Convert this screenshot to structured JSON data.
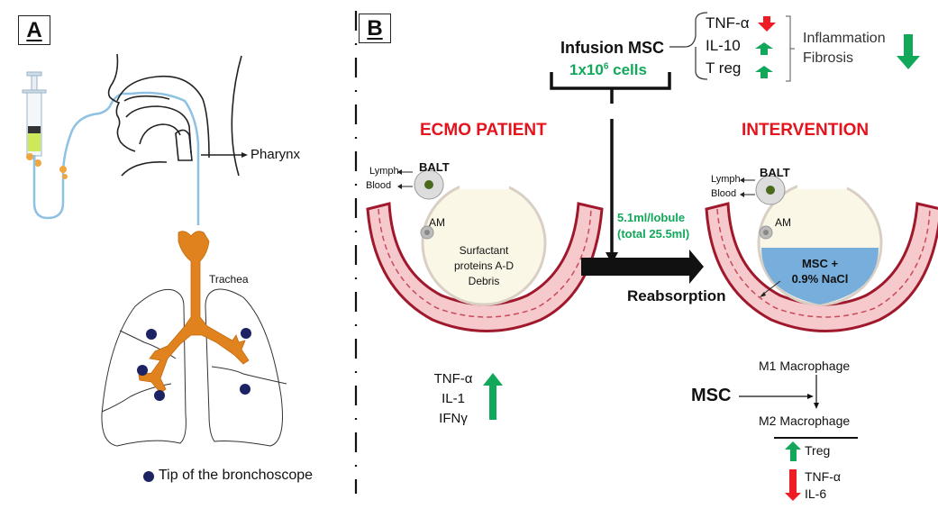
{
  "panel_a": {
    "label": "A",
    "pharynx_label": "Pharynx",
    "trachea_label": "Trachea",
    "legend_text": "Tip of the bronchoscope",
    "legend_color": "#1c2263"
  },
  "panel_b": {
    "label": "B",
    "infusion": {
      "title": "Infusion MSC",
      "dose_prefix": "1x10",
      "dose_exp": "6",
      "dose_suffix": " cells"
    },
    "effects": {
      "items": [
        {
          "name": "TNF-α",
          "direction": "down",
          "color": "#ee1c25"
        },
        {
          "name": "IL-10",
          "direction": "up",
          "color": "#12a85a"
        },
        {
          "name": "T reg",
          "direction": "up",
          "color": "#12a85a"
        }
      ],
      "outcome_lines": [
        "Inflammation",
        "Fibrosis"
      ],
      "outcome_direction": "down",
      "outcome_color": "#12a85a"
    },
    "ecmo": {
      "title": "ECMO PATIENT",
      "balt": "BALT",
      "lymph": "Lymph",
      "blood": "Blood",
      "am": "AM",
      "contents": [
        "Surfactant",
        "proteins A-D",
        "Debris"
      ],
      "cytokines": [
        "TNF-α",
        "IL-1",
        "IFNγ"
      ],
      "cytokine_direction": "up"
    },
    "dose_per_lobule": "5.1ml/lobule",
    "dose_total": "(total 25.5ml)",
    "reabsorption": "Reabsorption",
    "intervention": {
      "title": "INTERVENTION",
      "balt": "BALT",
      "lymph": "Lymph",
      "blood": "Blood",
      "am": "AM",
      "fluid_line1": "MSC +",
      "fluid_line2": "0.9% NaCl"
    },
    "macrophage": {
      "msc": "MSC",
      "m1": "M1 Macrophage",
      "m2": "M2 Macrophage",
      "up_items": [
        "Treg"
      ],
      "down_items": [
        "TNF-α",
        "IL-6"
      ]
    }
  },
  "colors": {
    "title_red": "#e4141e",
    "dose_green": "#12a85a",
    "trachea_orange": "#e0821e",
    "catheter_blue": "#8fc1e3",
    "vessel_dark": "#a0182c",
    "vessel_light": "#f6c9cc",
    "alveolus_fill": "#fbf7e6",
    "fluid_blue": "#77aedb"
  }
}
